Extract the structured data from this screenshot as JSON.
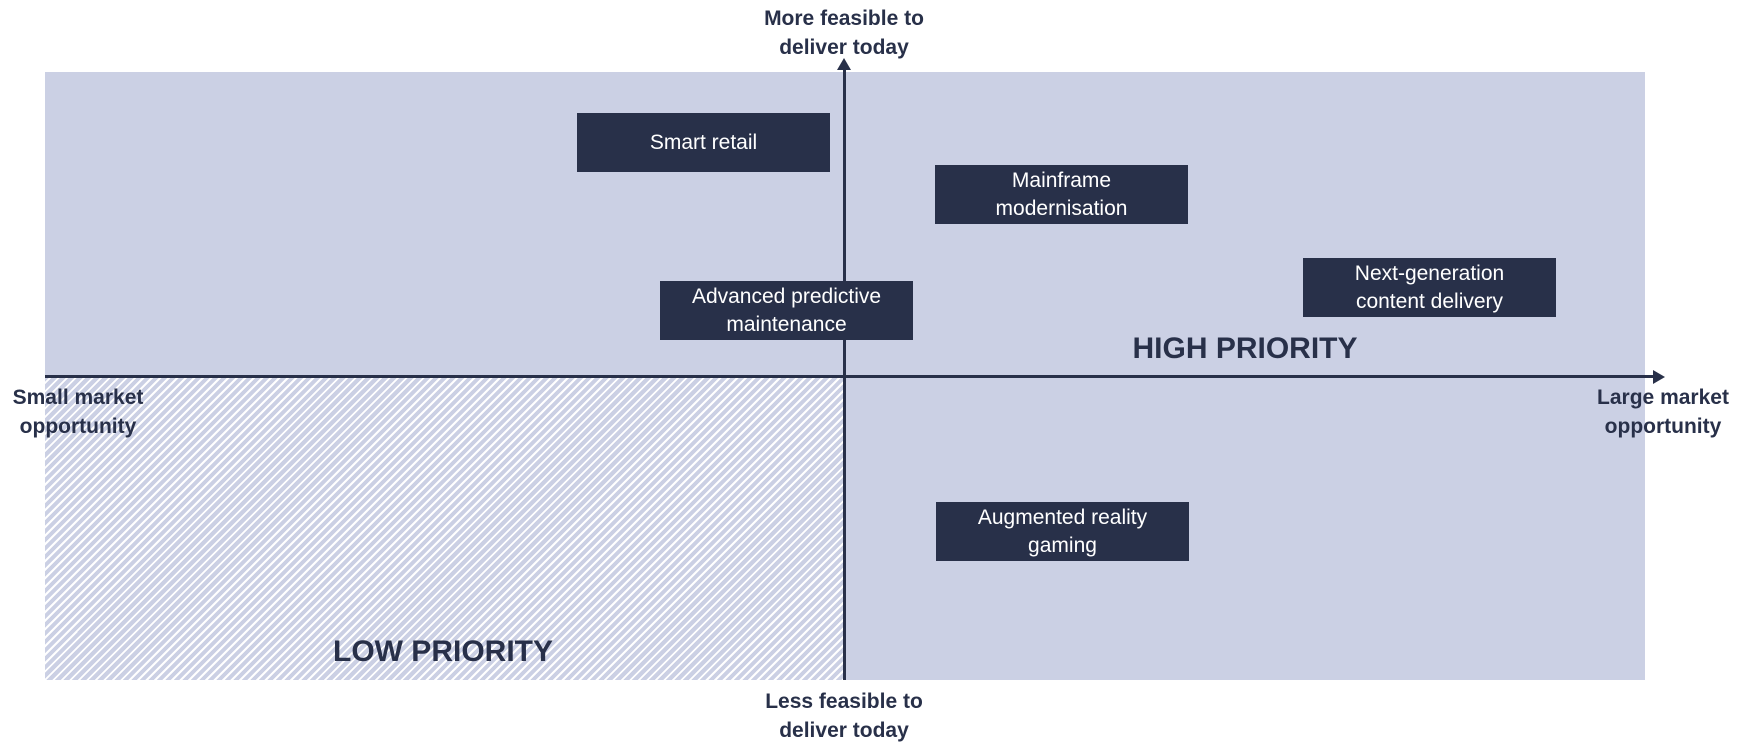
{
  "axes": {
    "top": [
      "More feasible to",
      "deliver today"
    ],
    "bottom": [
      "Less feasible to",
      "deliver today"
    ],
    "left": [
      "Small market",
      "opportunity"
    ],
    "right": [
      "Large market",
      "opportunity"
    ]
  },
  "quadrants": {
    "high": "HIGH PRIORITY",
    "low": "LOW PRIORITY"
  },
  "items": [
    {
      "lines": [
        "Smart retail"
      ]
    },
    {
      "lines": [
        "Mainframe",
        "modernisation"
      ]
    },
    {
      "lines": [
        "Next-generation",
        "content delivery"
      ]
    },
    {
      "lines": [
        "Advanced predictive",
        "maintenance"
      ]
    },
    {
      "lines": [
        "Augmented reality",
        "gaming"
      ]
    }
  ],
  "colors": {
    "background": "#cbd0e4",
    "dark": "#283049"
  }
}
